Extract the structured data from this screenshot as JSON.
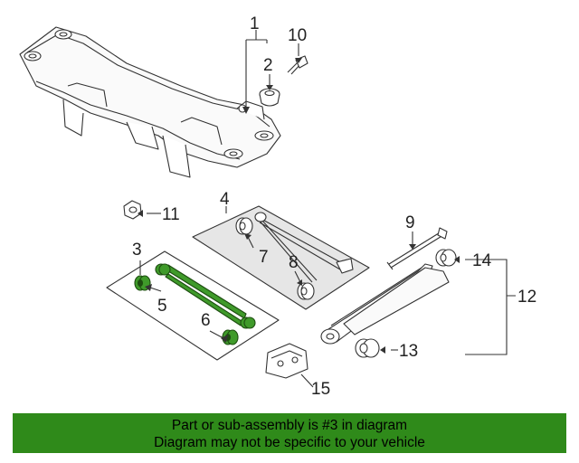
{
  "callouts": {
    "c1": "1",
    "c2": "2",
    "c3": "3",
    "c4": "4",
    "c5": "5",
    "c6": "6",
    "c7": "7",
    "c8": "8",
    "c9": "9",
    "c10": "10",
    "c11": "11",
    "c12": "12",
    "c13": "13",
    "c14": "14",
    "c15": "15"
  },
  "banner": {
    "line1": "Part or sub-assembly is #3 in diagram",
    "line2": "Diagram may not be specific to your vehicle"
  },
  "colors": {
    "highlight": "#2f8a1a",
    "highlight_part": "#3f9a2a",
    "line_art": "#333333",
    "panel_fill": "#e6e6e6"
  }
}
